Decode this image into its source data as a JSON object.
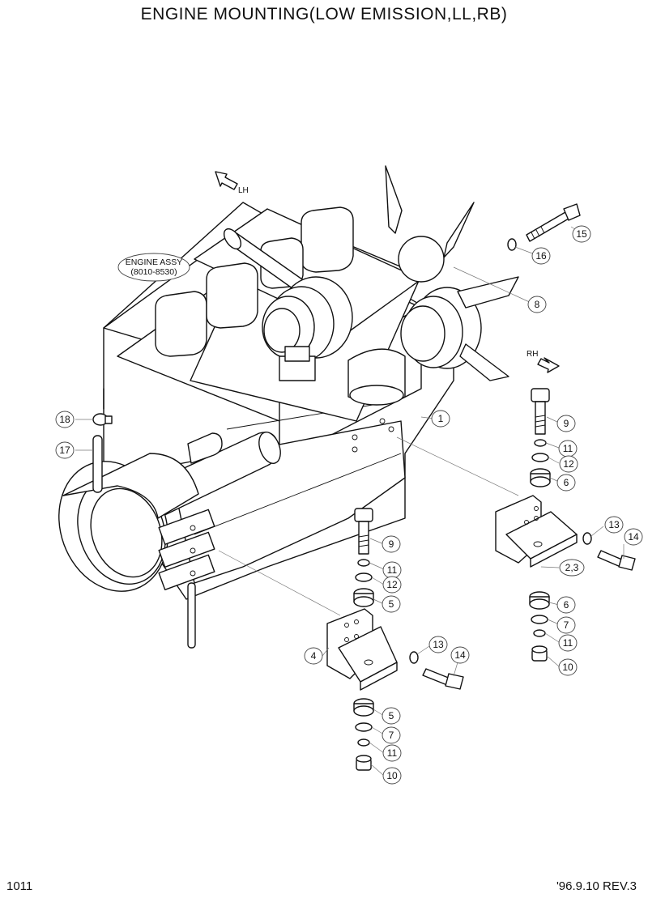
{
  "header": {
    "title": "ENGINE MOUNTING(LOW EMISSION,LL,RB)"
  },
  "footer": {
    "page_number": "1011",
    "revision": "'96.9.10 REV.3"
  },
  "labels": {
    "engine_assy_line1": "ENGINE ASSY",
    "engine_assy_line2": "(8010-8530)",
    "direction_lh": "LH",
    "direction_rh": "RH"
  },
  "callouts": [
    {
      "id": "c15",
      "text": "15"
    },
    {
      "id": "c16",
      "text": "16"
    },
    {
      "id": "c8",
      "text": "8"
    },
    {
      "id": "c1",
      "text": "1"
    },
    {
      "id": "c18",
      "text": "18"
    },
    {
      "id": "c17",
      "text": "17"
    },
    {
      "id": "c9r",
      "text": "9"
    },
    {
      "id": "c11r",
      "text": "11"
    },
    {
      "id": "c12r",
      "text": "12"
    },
    {
      "id": "c6r",
      "text": "6"
    },
    {
      "id": "c13r",
      "text": "13"
    },
    {
      "id": "c14r",
      "text": "14"
    },
    {
      "id": "c23",
      "text": "2,3"
    },
    {
      "id": "c6r2",
      "text": "6"
    },
    {
      "id": "c7r",
      "text": "7"
    },
    {
      "id": "c11r2",
      "text": "11"
    },
    {
      "id": "c10r",
      "text": "10"
    },
    {
      "id": "c9l",
      "text": "9"
    },
    {
      "id": "c11l",
      "text": "11"
    },
    {
      "id": "c12l",
      "text": "12"
    },
    {
      "id": "c5l",
      "text": "5"
    },
    {
      "id": "c4",
      "text": "4"
    },
    {
      "id": "c13l",
      "text": "13"
    },
    {
      "id": "c14l",
      "text": "14"
    },
    {
      "id": "c5l2",
      "text": "5"
    },
    {
      "id": "c7l",
      "text": "7"
    },
    {
      "id": "c11l2",
      "text": "11"
    },
    {
      "id": "c10l",
      "text": "10"
    }
  ]
}
